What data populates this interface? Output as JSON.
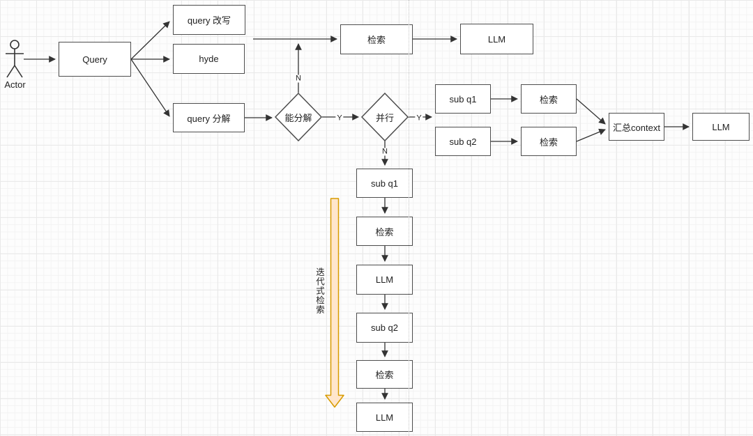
{
  "diagram": {
    "actor": {
      "label": "Actor"
    },
    "nodes": {
      "query": "Query",
      "query_rewrite": "query 改写",
      "hyde": "hyde",
      "query_decompose": "query 分解",
      "retrieval_top": "检索",
      "llm_top": "LLM",
      "can_decompose": "能分解",
      "parallel": "并行",
      "sub_q1_parallel": "sub q1",
      "retrieval_sub_q1": "检索",
      "sub_q2_parallel": "sub q2",
      "retrieval_sub_q2": "检索",
      "aggregate_context": "汇总context",
      "llm_parallel": "LLM",
      "sub_q1_iter": "sub q1",
      "retrieval_iter_1": "检索",
      "llm_iter_1": "LLM",
      "sub_q2_iter": "sub q2",
      "retrieval_iter_2": "检索",
      "llm_iter_2": "LLM"
    },
    "edge_labels": {
      "can_decompose_no": "N",
      "can_decompose_yes": "Y",
      "parallel_yes": "Y",
      "parallel_no": "N"
    },
    "annotations": {
      "iterative_retrieval": "迭代式检索"
    },
    "colors": {
      "node_border": "#4d4d4d",
      "edge": "#333333",
      "iterative_arrow_fill": "#ffe6cc",
      "iterative_arrow_stroke": "#d79b00"
    }
  }
}
